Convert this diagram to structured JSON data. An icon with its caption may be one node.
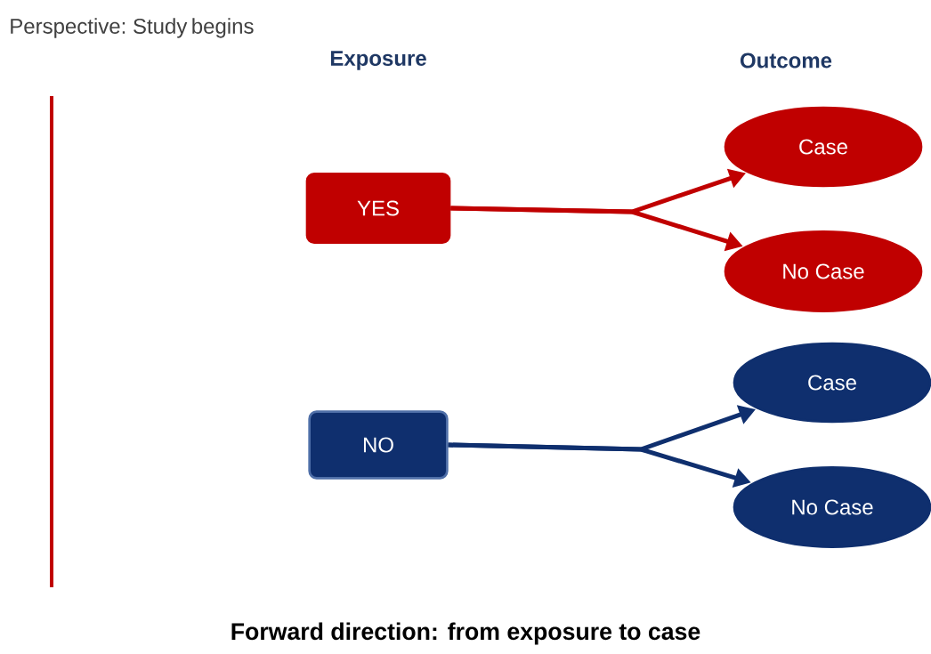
{
  "diagram": {
    "caption": "Forward direction: from exposure to case",
    "nodes": [
      {
        "text": [
          "YES"
        ]
      },
      {
        "text": [
          "Case"
        ]
      },
      {
        "text": [
          "No Case"
        ]
      },
      {
        "text": [
          "NO"
        ]
      },
      {
        "text": [
          "Case"
        ]
      },
      {
        "text": [
          "No Case"
        ]
      }
    ],
    "edges": [
      {
        "from": 0,
        "to": 1,
        "arrow": "to",
        "color": "#c00000"
      },
      {
        "from": 0,
        "to": 2,
        "arrow": "to",
        "color": "#c00000"
      },
      {
        "from": 3,
        "to": 4,
        "arrow": "to",
        "color": "#0f2f6e"
      },
      {
        "from": 3,
        "to": 5,
        "arrow": "to",
        "color": "#0f2f6e"
      }
    ],
    "labels": [
      "Perspective: Study begins",
      "Exposure",
      "Outcome"
    ]
  }
}
